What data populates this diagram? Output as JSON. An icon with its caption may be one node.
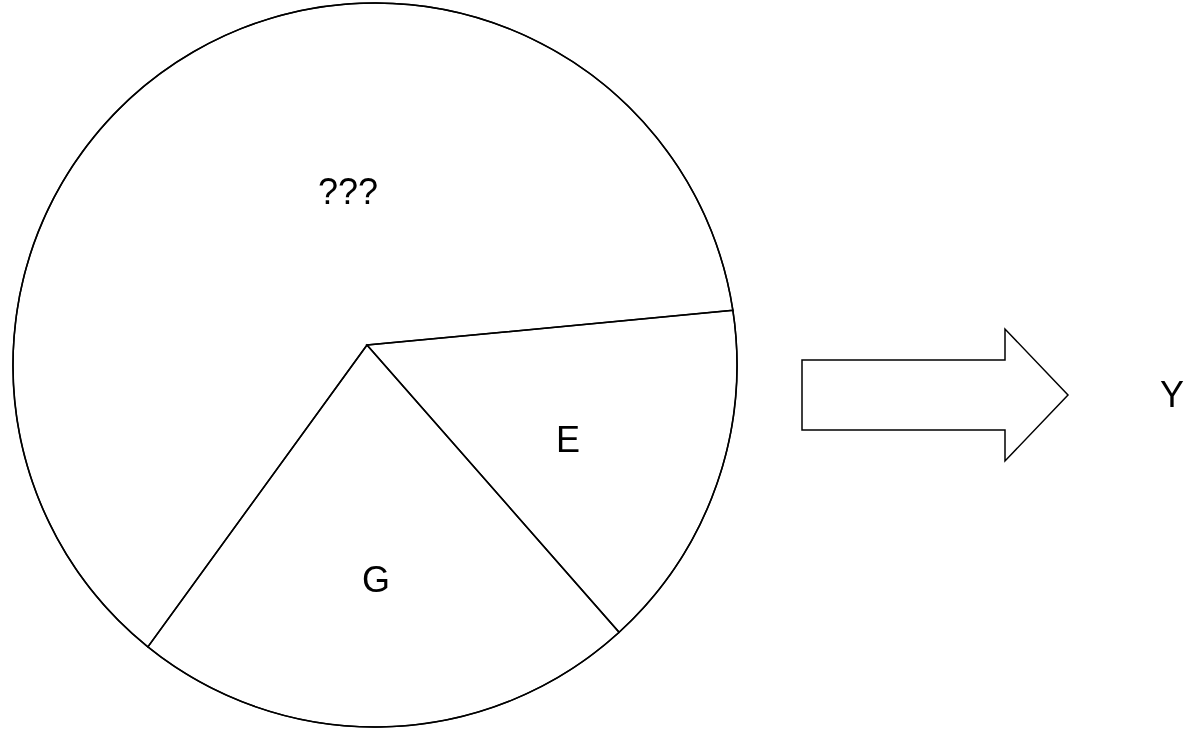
{
  "diagram": {
    "nodes": [
      {
        "text": [],
        "shape": "circle"
      },
      {
        "text": [
          "???"
        ],
        "in": 0
      },
      {
        "text": [
          "E"
        ],
        "in": 0
      },
      {
        "text": [
          "G"
        ],
        "in": 0
      },
      {
        "text": [
          "Y"
        ]
      }
    ],
    "edges": [
      {
        "from": 0,
        "to": 4,
        "arrow": "to"
      }
    ]
  }
}
